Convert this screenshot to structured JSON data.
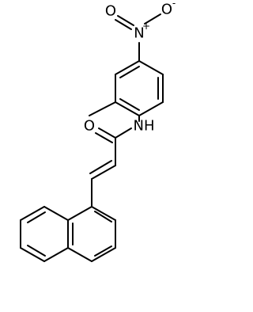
{
  "molecule": {
    "atoms": {
      "nitro_oxygen_top": "O",
      "nitro_oxygen_top_charge": "-",
      "nitro_nitrogen": "N",
      "nitro_nitrogen_charge": "+",
      "nitro_oxygen_left": "O",
      "amide_oxygen": "O",
      "amide_nitrogen": "NH"
    }
  }
}
